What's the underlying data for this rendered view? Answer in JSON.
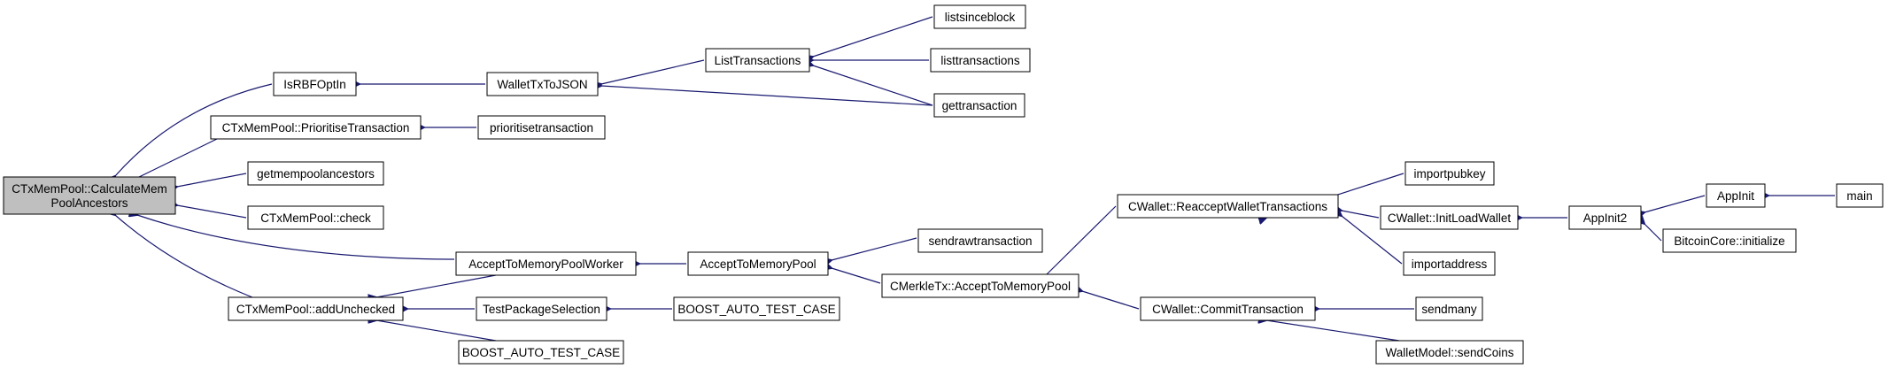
{
  "diagram": {
    "nodes": {
      "calc": [
        "CTxMemPool::CalculateMem",
        "PoolAncestors"
      ],
      "isrbf": [
        "IsRBFOptIn"
      ],
      "prioritise": [
        "CTxMemPool::PrioritiseTransaction"
      ],
      "getmempoolanc": [
        "getmempoolancestors"
      ],
      "check": [
        "CTxMemPool::check"
      ],
      "atmpworker": [
        "AcceptToMemoryPoolWorker"
      ],
      "addunchecked": [
        "CTxMemPool::addUnchecked"
      ],
      "wallettx": [
        "WalletTxToJSON"
      ],
      "prioritisetx": [
        "prioritisetransaction"
      ],
      "atmp": [
        "AcceptToMemoryPool"
      ],
      "testpkg": [
        "TestPackageSelection"
      ],
      "boost2": [
        "BOOST_AUTO_TEST_CASE"
      ],
      "listtx": [
        "ListTransactions"
      ],
      "boost1": [
        "BOOST_AUTO_TEST_CASE"
      ],
      "sendraw": [
        "sendrawtransaction"
      ],
      "merkle": [
        "CMerkleTx::AcceptToMemoryPool"
      ],
      "listsince": [
        "listsinceblock"
      ],
      "listtransactions": [
        "listtransactions"
      ],
      "gettransaction": [
        "gettransaction"
      ],
      "reaccept": [
        "CWallet::ReacceptWalletTransactions"
      ],
      "commit": [
        "CWallet::CommitTransaction"
      ],
      "importpubkey": [
        "importpubkey"
      ],
      "initload": [
        "CWallet::InitLoadWallet"
      ],
      "importaddress": [
        "importaddress"
      ],
      "sendmany": [
        "sendmany"
      ],
      "sendcoins": [
        "WalletModel::sendCoins"
      ],
      "appinit2": [
        "AppInit2"
      ],
      "appinit": [
        "AppInit"
      ],
      "btcinit": [
        "BitcoinCore::initialize"
      ],
      "main": [
        "main"
      ]
    },
    "colors": {
      "edge": "#191970",
      "root_fill": "#bfbfbf",
      "node_fill": "#ffffff",
      "node_border": "#000000"
    }
  }
}
